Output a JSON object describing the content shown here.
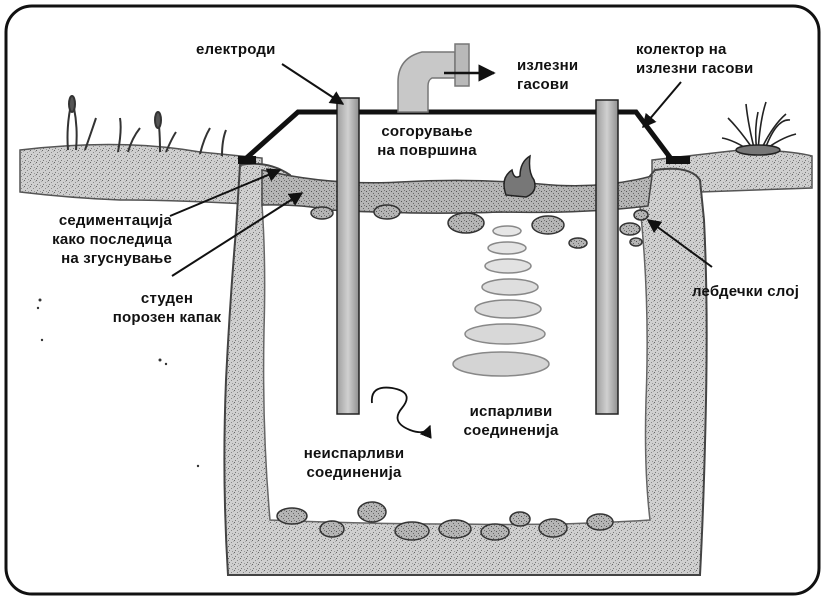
{
  "labels": {
    "electrodes": "електроди",
    "exhaust_gases": [
      "излезни",
      "гасови"
    ],
    "collector": [
      "колектор на",
      "излезни гасови"
    ],
    "surface_combustion": [
      "согорување",
      "на површина"
    ],
    "sedimentation": [
      "седиментација",
      "како последица",
      "на згуснување"
    ],
    "cold_porous_cap": [
      "студен",
      "порозен капак"
    ],
    "floating_layer": "лебдечки слој",
    "volatile_compounds": [
      "испарливи",
      "соединенија"
    ],
    "nonvolatile_compounds": [
      "неиспарливи",
      "соединенија"
    ]
  },
  "colors": {
    "ink": "#111111",
    "soil_fill": "#c8c8c8",
    "soil_dark": "#8a8a8a",
    "electrode": "#bdbdbd",
    "frame": "#111111"
  }
}
